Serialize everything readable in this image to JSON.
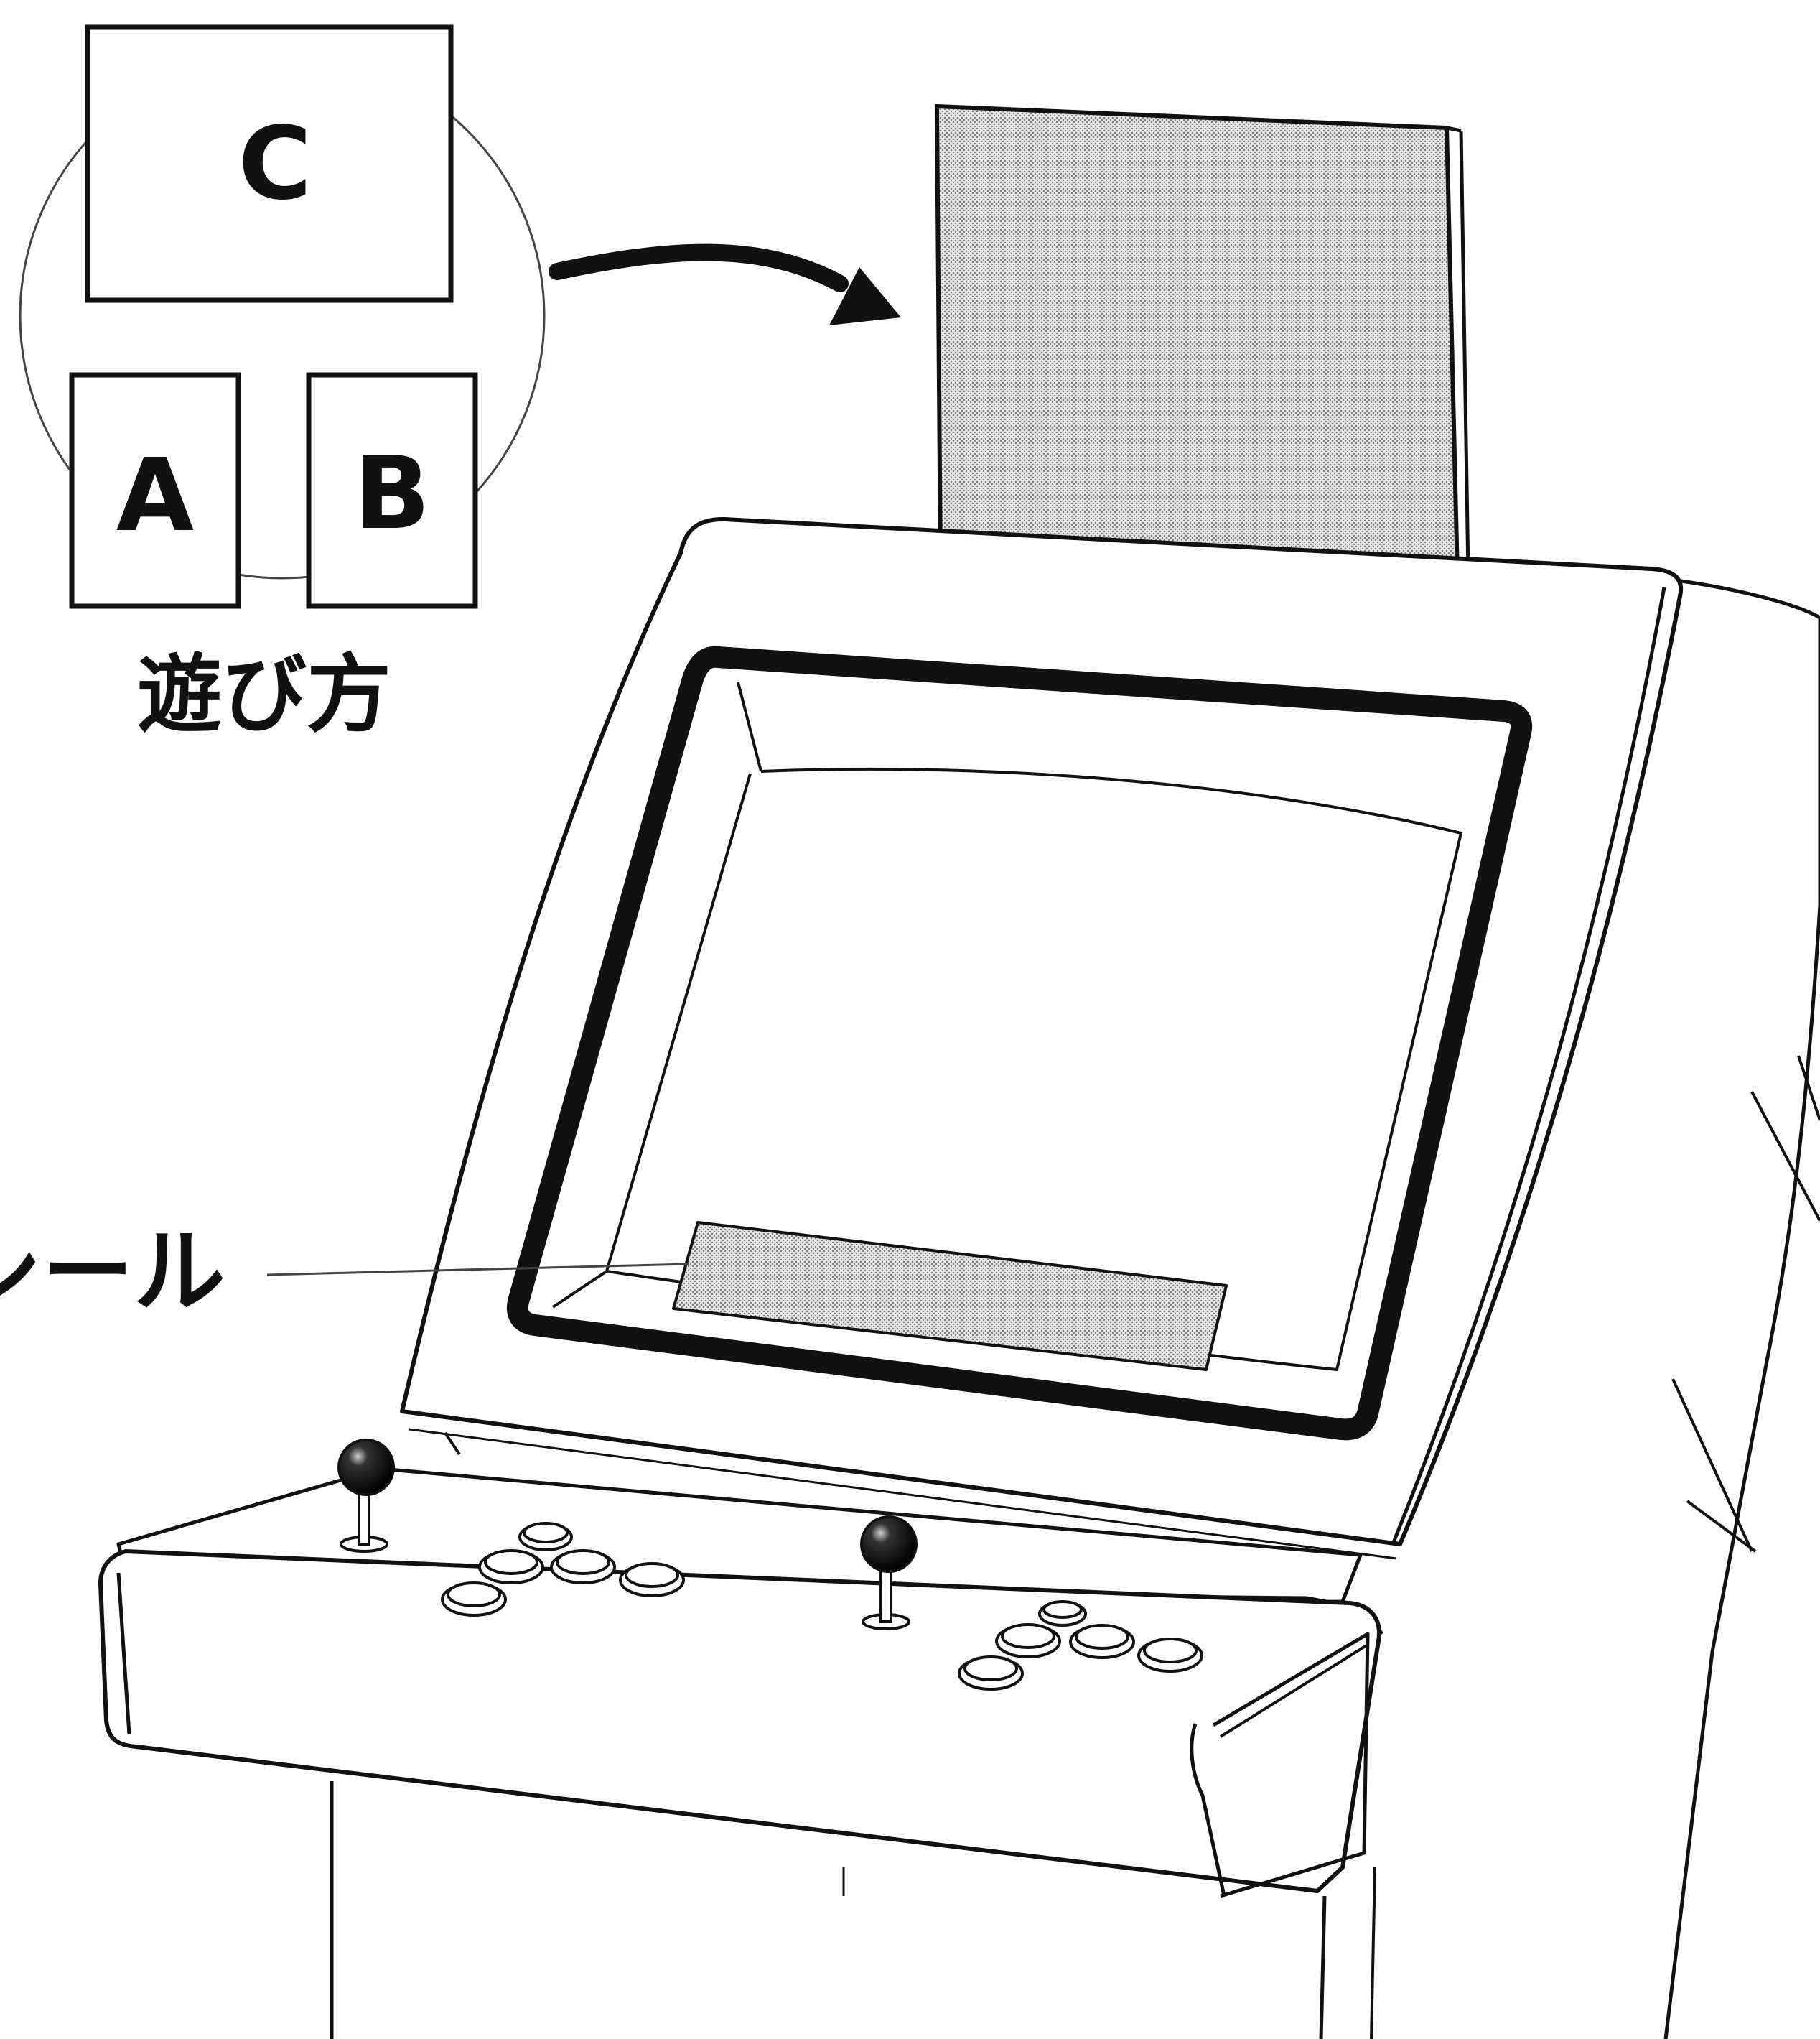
{
  "cards": {
    "c": "C",
    "a": "A",
    "b": "B"
  },
  "caption_how_to_play": "遊び方",
  "label_seal": "シール",
  "colors": {
    "ink": "#111111",
    "panel_fill": "#d6d6d6",
    "background": "#ffffff"
  }
}
